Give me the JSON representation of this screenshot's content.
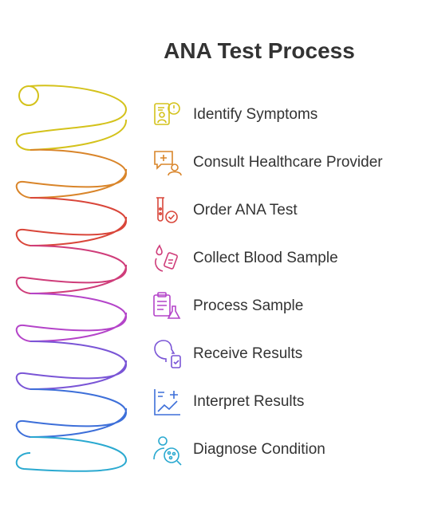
{
  "title": "ANA Test Process",
  "steps": [
    {
      "label": "Identify Symptoms",
      "icon": "symptoms-checklist-icon",
      "color": "#d4c21b"
    },
    {
      "label": "Consult Healthcare Provider",
      "icon": "medical-consult-icon",
      "color": "#d9852a"
    },
    {
      "label": "Order ANA Test",
      "icon": "test-tube-check-icon",
      "color": "#d9463a"
    },
    {
      "label": "Collect Blood Sample",
      "icon": "blood-drop-sample-icon",
      "color": "#cf3d7a"
    },
    {
      "label": "Process Sample",
      "icon": "clipboard-flask-icon",
      "color": "#b444c9"
    },
    {
      "label": "Receive Results",
      "icon": "head-phone-result-icon",
      "color": "#7a55d6"
    },
    {
      "label": "Interpret Results",
      "icon": "chart-medical-icon",
      "color": "#3d6fd9"
    },
    {
      "label": "Diagnose Condition",
      "icon": "person-microscope-icon",
      "color": "#2aa9d0"
    }
  ]
}
